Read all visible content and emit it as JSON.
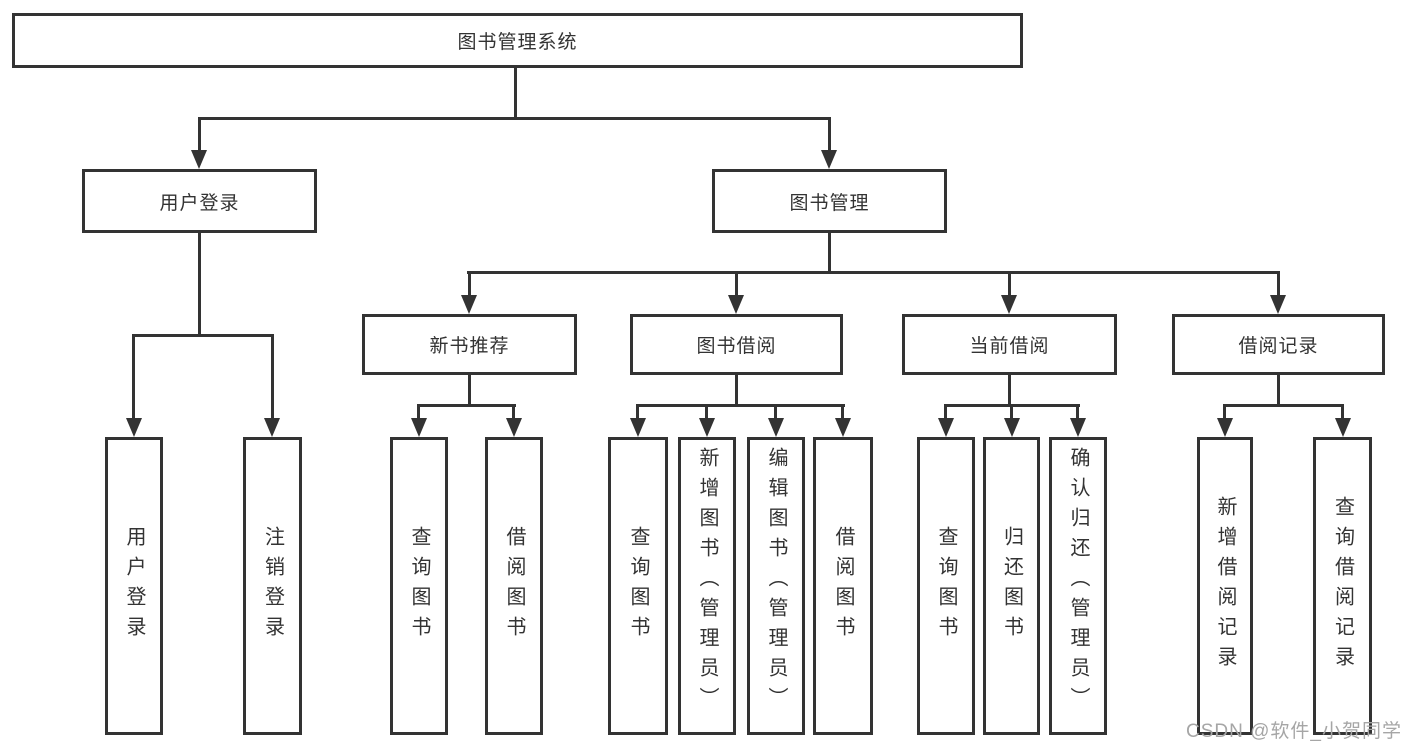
{
  "tree": {
    "label": "图书管理系统",
    "children": [
      {
        "label": "用户登录",
        "children": [
          {
            "label": "用户登录"
          },
          {
            "label": "注销登录"
          }
        ]
      },
      {
        "label": "图书管理",
        "children": [
          {
            "label": "新书推荐",
            "children": [
              {
                "label": "查询图书"
              },
              {
                "label": "借阅图书"
              }
            ]
          },
          {
            "label": "图书借阅",
            "children": [
              {
                "label": "查询图书"
              },
              {
                "label": "新增图书（管理员）"
              },
              {
                "label": "编辑图书（管理员）"
              },
              {
                "label": "借阅图书"
              }
            ]
          },
          {
            "label": "当前借阅",
            "children": [
              {
                "label": "查询图书"
              },
              {
                "label": "归还图书"
              },
              {
                "label": "确认归还（管理员）"
              }
            ]
          },
          {
            "label": "借阅记录",
            "children": [
              {
                "label": "新增借阅记录"
              },
              {
                "label": "查询借阅记录"
              }
            ]
          }
        ]
      }
    ]
  },
  "watermark": {
    "text": "CSDN @软件_小贺同学"
  },
  "colors": {
    "line": "#333333",
    "text": "#333333",
    "box_background": "#ffffff",
    "watermark": "#a6a6a6"
  }
}
